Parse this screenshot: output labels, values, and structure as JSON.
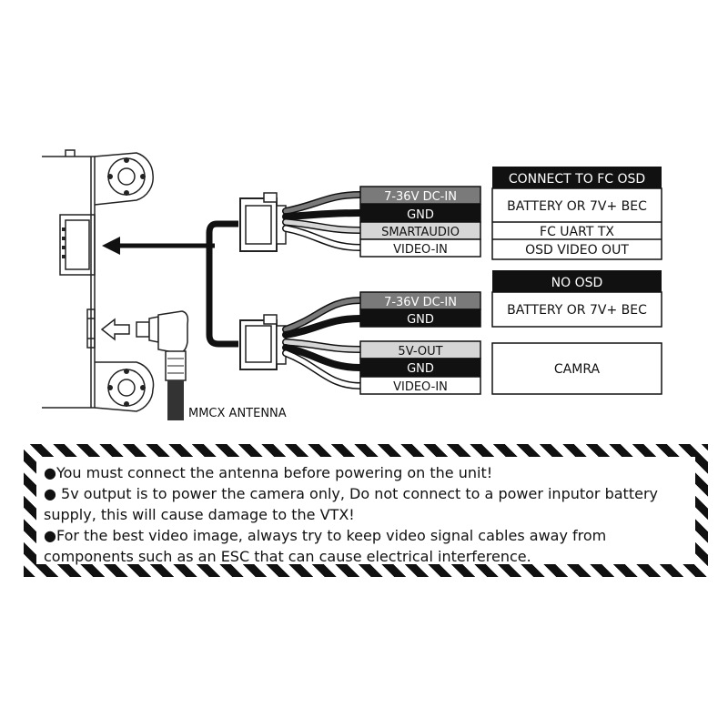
{
  "connector1": {
    "wires": [
      "7-36V DC-IN",
      "GND",
      "SMARTAUDIO",
      "VIDEO-IN"
    ],
    "header": "CONNECT TO FC OSD",
    "targets": [
      "BATTERY OR 7V+ BEC",
      "FC UART TX",
      "OSD VIDEO OUT"
    ]
  },
  "connector2": {
    "wires_top": [
      "7-36V DC-IN",
      "GND"
    ],
    "header": "NO OSD",
    "target_top": "BATTERY OR 7V+ BEC",
    "wires_bottom": [
      "5V-OUT",
      "GND",
      "VIDEO-IN"
    ],
    "target_bottom": "CAMRA"
  },
  "antenna": {
    "label": "MMCX ANTENNA"
  },
  "warnings": [
    "●You must connect the antenna before powering on the unit!",
    "● 5v output is to power the camera only, Do not connect to a power inputor battery supply, this will cause damage to the VTX!",
    "●For the best video image, always try to keep video signal cables away from components such as an ESC that can cause electrical interference."
  ],
  "colors": {
    "wire_dark": "#111111",
    "wire_gray": "#7a7a7a",
    "wire_light": "#d6d6d6",
    "stripe": "#111111"
  }
}
